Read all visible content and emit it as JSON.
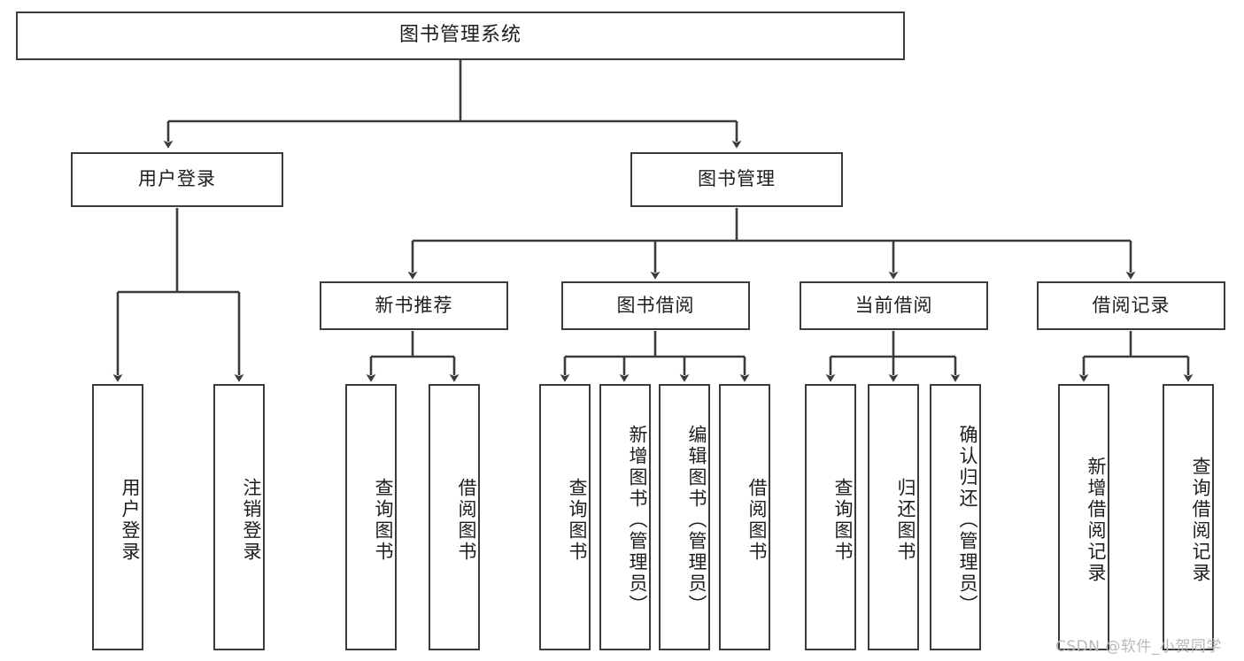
{
  "diagram": {
    "type": "tree-hierarchy",
    "title": "图书管理系统",
    "root": {
      "label": "图书管理系统"
    },
    "level2": [
      {
        "label": "用户登录"
      },
      {
        "label": "图书管理"
      }
    ],
    "level3": [
      {
        "label": "新书推荐"
      },
      {
        "label": "图书借阅"
      },
      {
        "label": "当前借阅"
      },
      {
        "label": "借阅记录"
      }
    ],
    "leaves": {
      "user_login": [
        {
          "label": "用户登录"
        },
        {
          "label": "注销登录"
        }
      ],
      "new_book_recommend": [
        {
          "label": "查询图书"
        },
        {
          "label": "借阅图书"
        }
      ],
      "book_borrow": [
        {
          "label": "查询图书"
        },
        {
          "label": "新增图书（管理员）"
        },
        {
          "label": "编辑图书（管理员）"
        },
        {
          "label": "借阅图书"
        }
      ],
      "current_borrow": [
        {
          "label": "查询图书"
        },
        {
          "label": "归还图书"
        },
        {
          "label": "确认归还（管理员）"
        }
      ],
      "borrow_record": [
        {
          "label": "新增借阅记录"
        },
        {
          "label": "查询借阅记录"
        }
      ]
    }
  },
  "watermark": {
    "text": "CSDN @软件_小贺同学"
  },
  "colors": {
    "stroke": "#3b3b3b",
    "text": "#1d1d1d",
    "background": "#ffffff",
    "watermark": "#b9b9b9"
  }
}
